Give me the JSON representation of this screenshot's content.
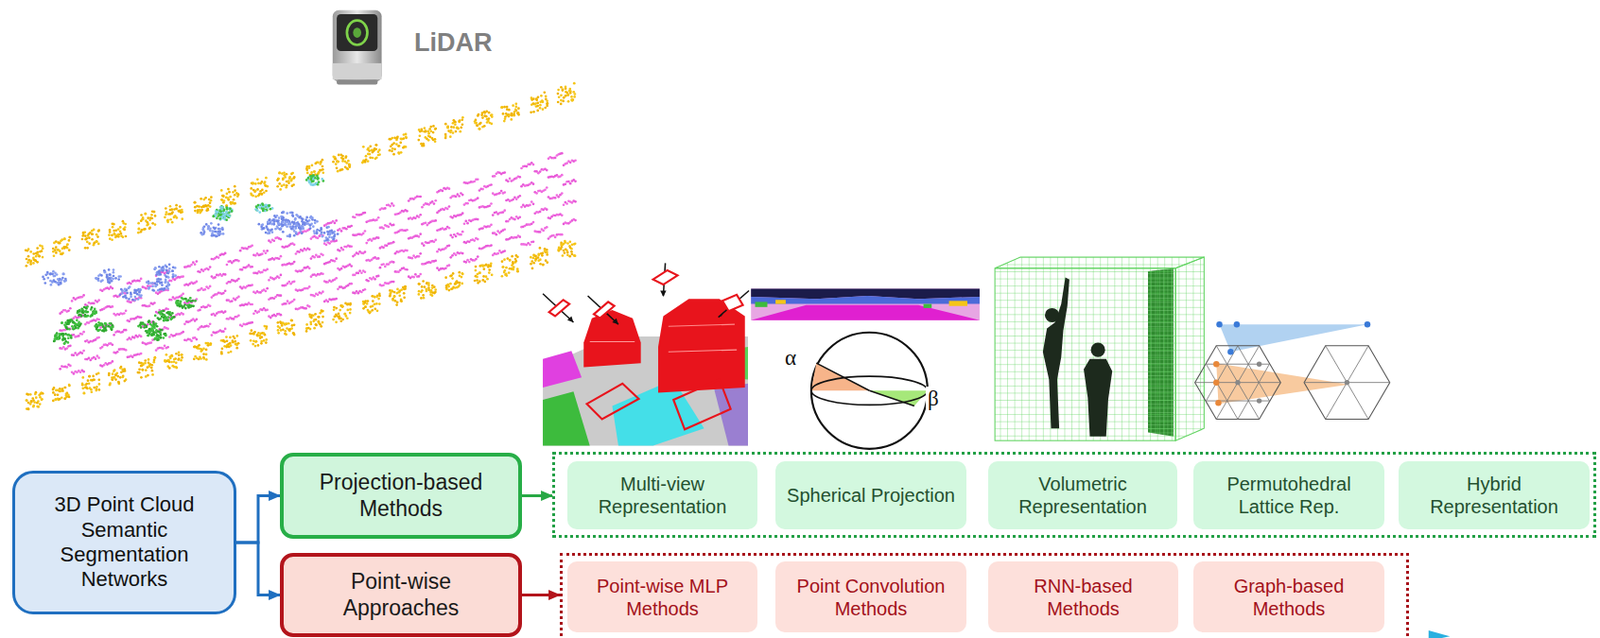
{
  "diagram": {
    "nodes": [
      {
        "text": [
          "3D Point Cloud Semantic Segmentation Networks"
        ]
      },
      {
        "text": [
          "Projection-based Methods"
        ]
      },
      {
        "text": [
          "Point-wise Approaches"
        ]
      },
      {
        "text": []
      },
      {
        "text": [
          "Multi-view Representation"
        ],
        "in": 3
      },
      {
        "text": [
          "Spherical Projection"
        ],
        "in": 3
      },
      {
        "text": [
          "Volumetric Representation"
        ],
        "in": 3
      },
      {
        "text": [
          "Permutohedral Lattice Rep."
        ],
        "in": 3
      },
      {
        "text": [
          "Hybrid Representation"
        ],
        "in": 3
      },
      {
        "text": []
      },
      {
        "text": [
          "Point-wise MLP Methods"
        ],
        "in": 9
      },
      {
        "text": [
          "Point Convolution Methods"
        ],
        "in": 9
      },
      {
        "text": [
          "RNN-based Methods"
        ],
        "in": 9
      },
      {
        "text": [
          "Graph-based Methods"
        ],
        "in": 9
      }
    ],
    "edges": [
      {
        "from": 0,
        "to": 1,
        "arrow": "to"
      },
      {
        "from": 0,
        "to": 2,
        "arrow": "to"
      },
      {
        "from": 1,
        "to": 3,
        "arrow": "to"
      },
      {
        "from": 2,
        "to": 9,
        "arrow": "to"
      }
    ],
    "labels": [
      "LiDAR",
      "α",
      "β"
    ]
  }
}
